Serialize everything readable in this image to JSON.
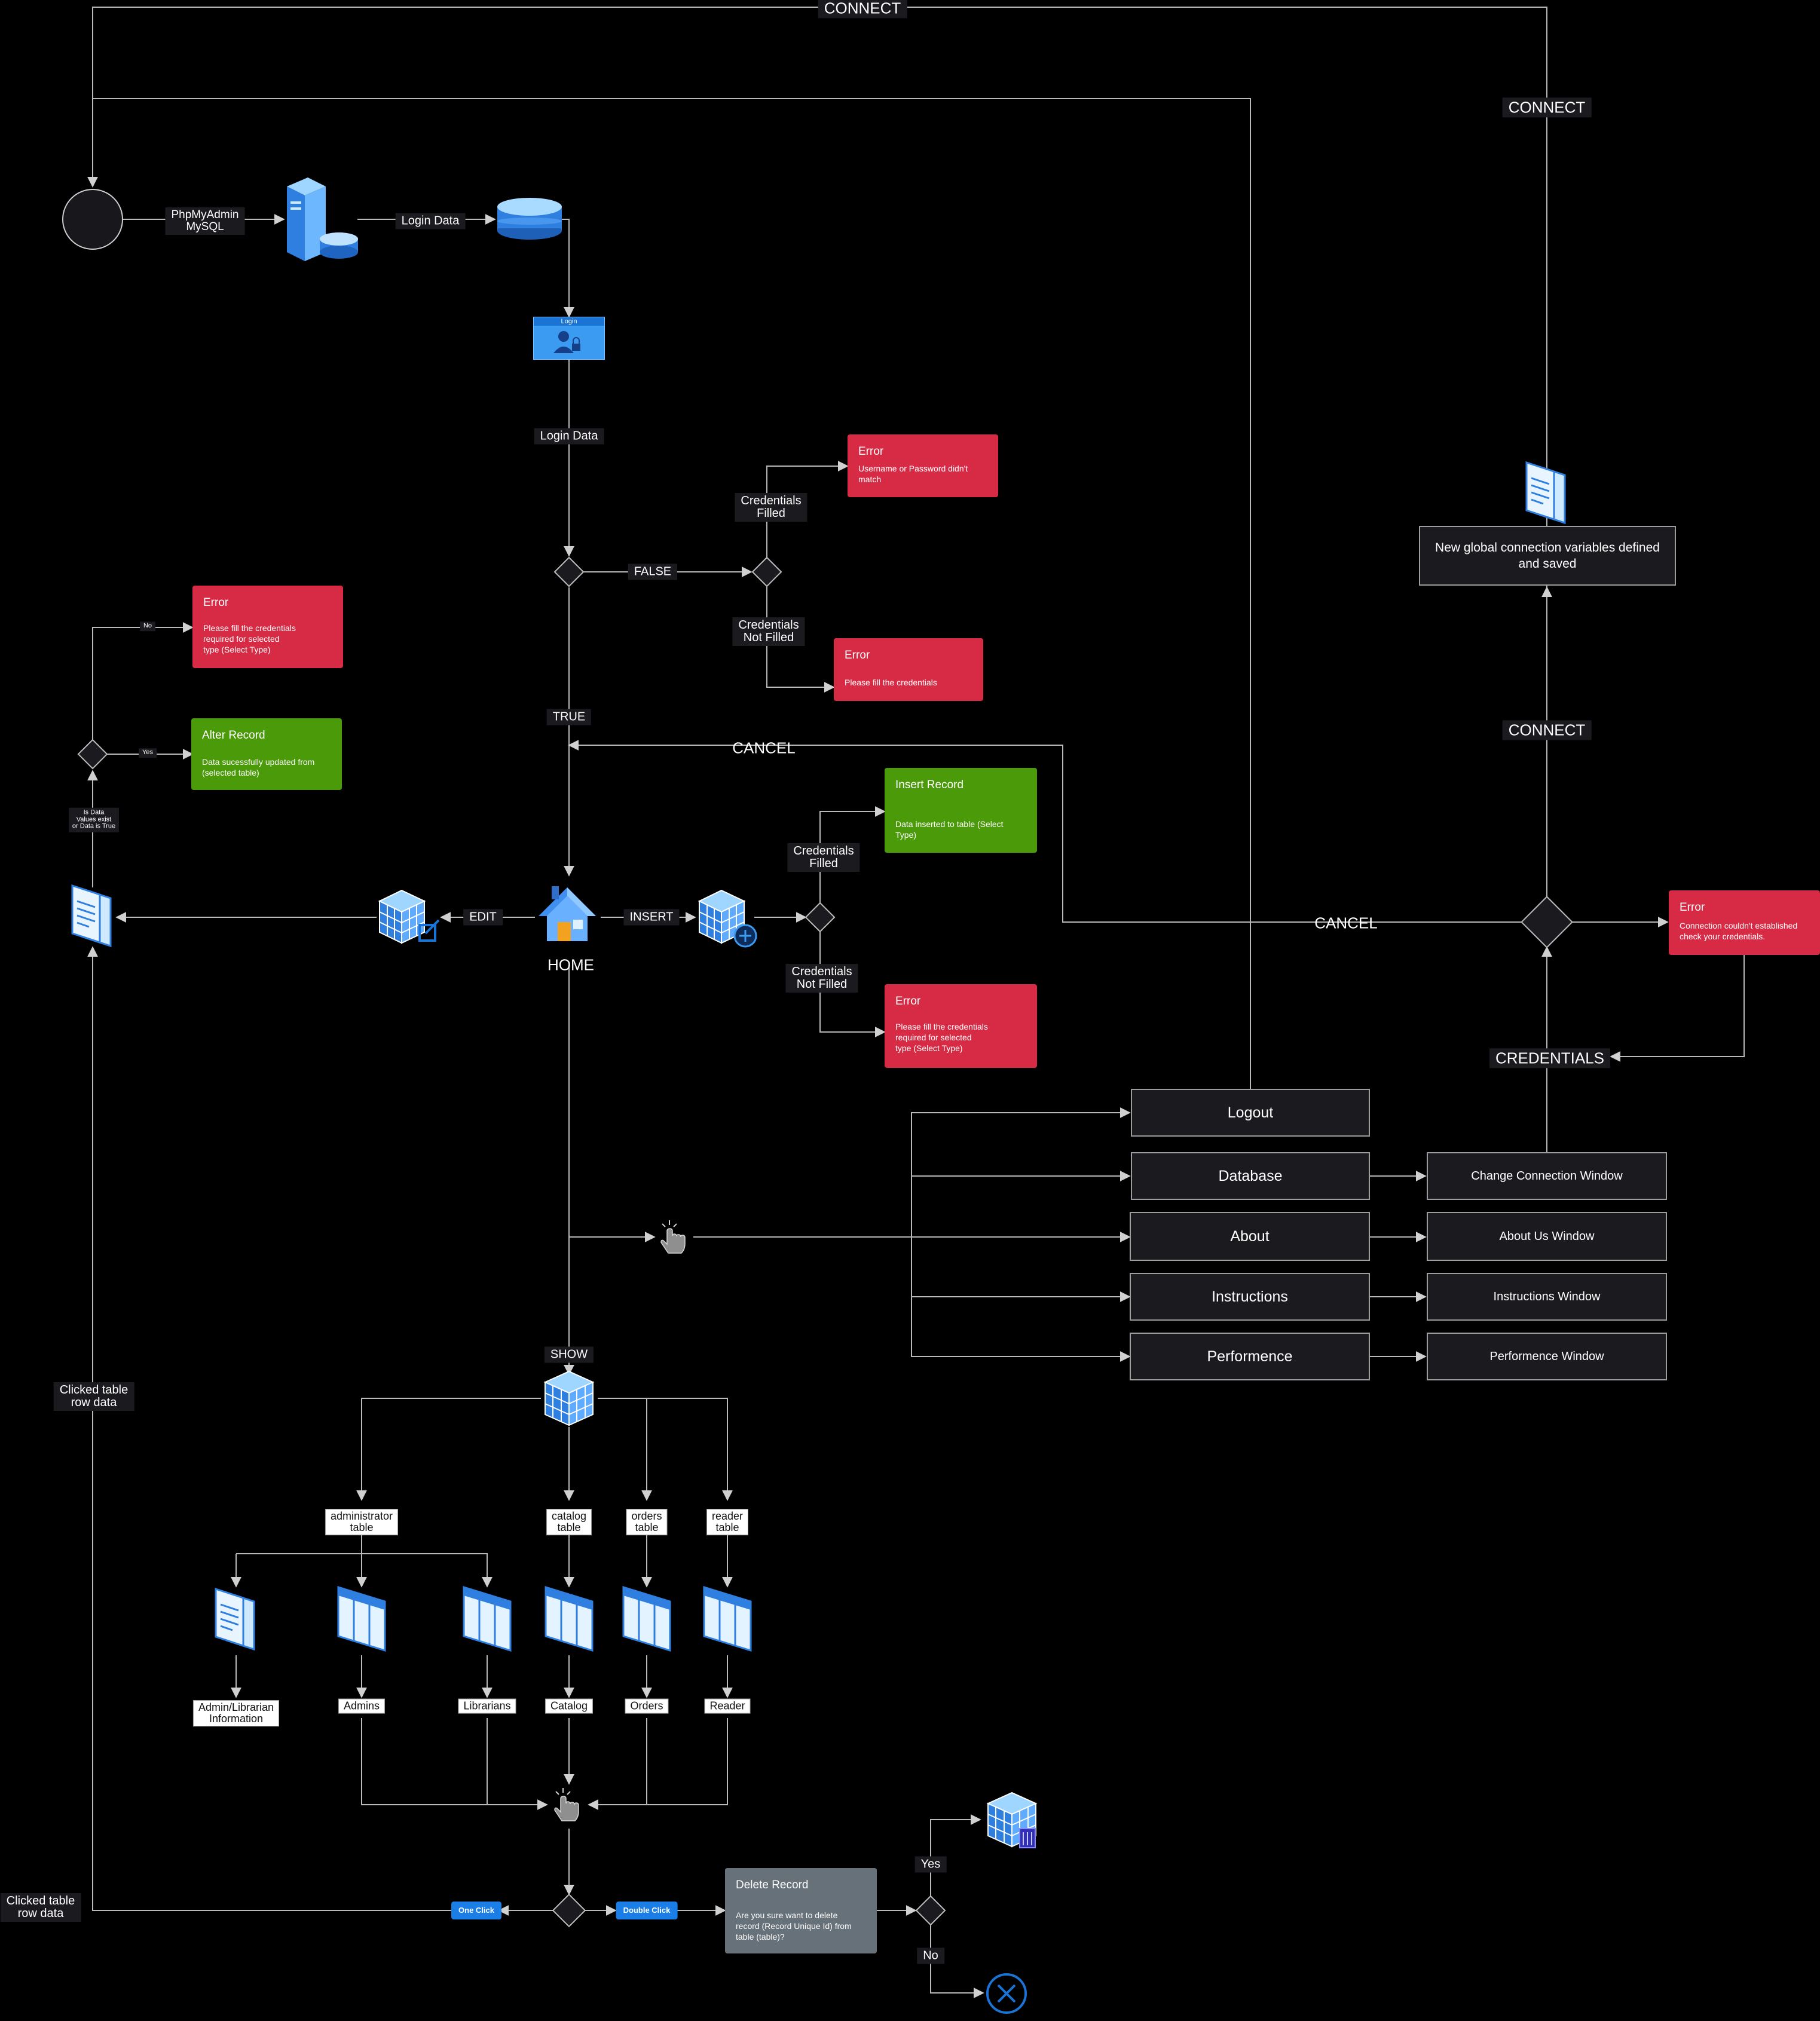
{
  "edges": {
    "top_connect": "CONNECT",
    "right_connect_top": "CONNECT",
    "right_connect_mid": "CONNECT",
    "credentials": "CREDENTIALS",
    "cancel_top": "CANCEL",
    "cancel_mid": "CANCEL",
    "phpmyadmin": "PhpMyAdmin\nMySQL",
    "login_data_1": "Login Data",
    "login_data_2": "Login Data",
    "false": "FALSE",
    "true": "TRUE",
    "cred_filled_1": "Credentials\nFilled",
    "cred_not_filled_1": "Credentials\nNot Filled",
    "cred_filled_2": "Credentials\nFilled",
    "cred_not_filled_2": "Credentials\nNot Filled",
    "edit": "EDIT",
    "insert": "INSERT",
    "show": "SHOW",
    "no_small": "No",
    "yes_small": "Yes",
    "is_data_values": "Is Data\nValues exist\nor Data is True",
    "clicked_row_1": "Clicked table\nrow data",
    "clicked_row_2": "Clicked table\nrow data",
    "one_click": "One Click",
    "double_click": "Double Click",
    "yes": "Yes",
    "no": "No"
  },
  "home_label": "HOME",
  "login_window_title": "Login",
  "cards": {
    "error_credentials": {
      "title": "Error",
      "body": "Username or Password didn't\nmatch"
    },
    "error_fill": {
      "title": "Error",
      "body": "Please fill the credentials"
    },
    "error_select_type_left": {
      "title": "Error",
      "body": "Please fill the credentials\nrequired for selected\ntype (Select Type)"
    },
    "alter_record": {
      "title": "Alter Record",
      "body": "Data sucessfully updated from\n(selected table)"
    },
    "insert_record": {
      "title": "Insert Record",
      "body": "Data inserted to table (Select\nType)"
    },
    "error_select_type_right": {
      "title": "Error",
      "body": "Please fill the credentials\nrequired for selected\ntype (Select Type)"
    },
    "error_connection": {
      "title": "Error",
      "body": "Connection couldn't established\ncheck your credentials."
    },
    "delete_record": {
      "title": "Delete Record",
      "body": "Are you sure want to delete\nrecord (Record Unique Id) from\ntable (table)?"
    }
  },
  "menu": {
    "logout": "Logout",
    "database": "Database",
    "about": "About",
    "instructions": "Instructions",
    "performence": "Performence"
  },
  "windows": {
    "change_connection": "Change Connection Window",
    "about_us": "About Us Window",
    "instructions": "Instructions Window",
    "performence": "Performence Window",
    "global_vars": "New global connection variables defined\nand saved"
  },
  "tables": {
    "administrator": "administrator\ntable",
    "catalog": "catalog\ntable",
    "orders": "orders\ntable",
    "reader": "reader\ntable"
  },
  "views": {
    "admin_librarian": "Admin/Librarian\nInformation",
    "admins": "Admins",
    "librarians": "Librarians",
    "catalog": "Catalog",
    "orders": "Orders",
    "reader": "Reader"
  },
  "colors": {
    "error": "#d72a44",
    "success": "#4b9a0a",
    "dialog": "#67717a",
    "accent": "#1a7ee6",
    "line": "#bdbdbd"
  },
  "icons": [
    "server-icon",
    "database-icon",
    "login-window-icon",
    "home-icon",
    "table-edit-icon",
    "table-add-icon",
    "table-icon",
    "table-delete-icon",
    "document-icon",
    "columns-icon",
    "pointer-hand-icon",
    "close-circle-icon"
  ]
}
